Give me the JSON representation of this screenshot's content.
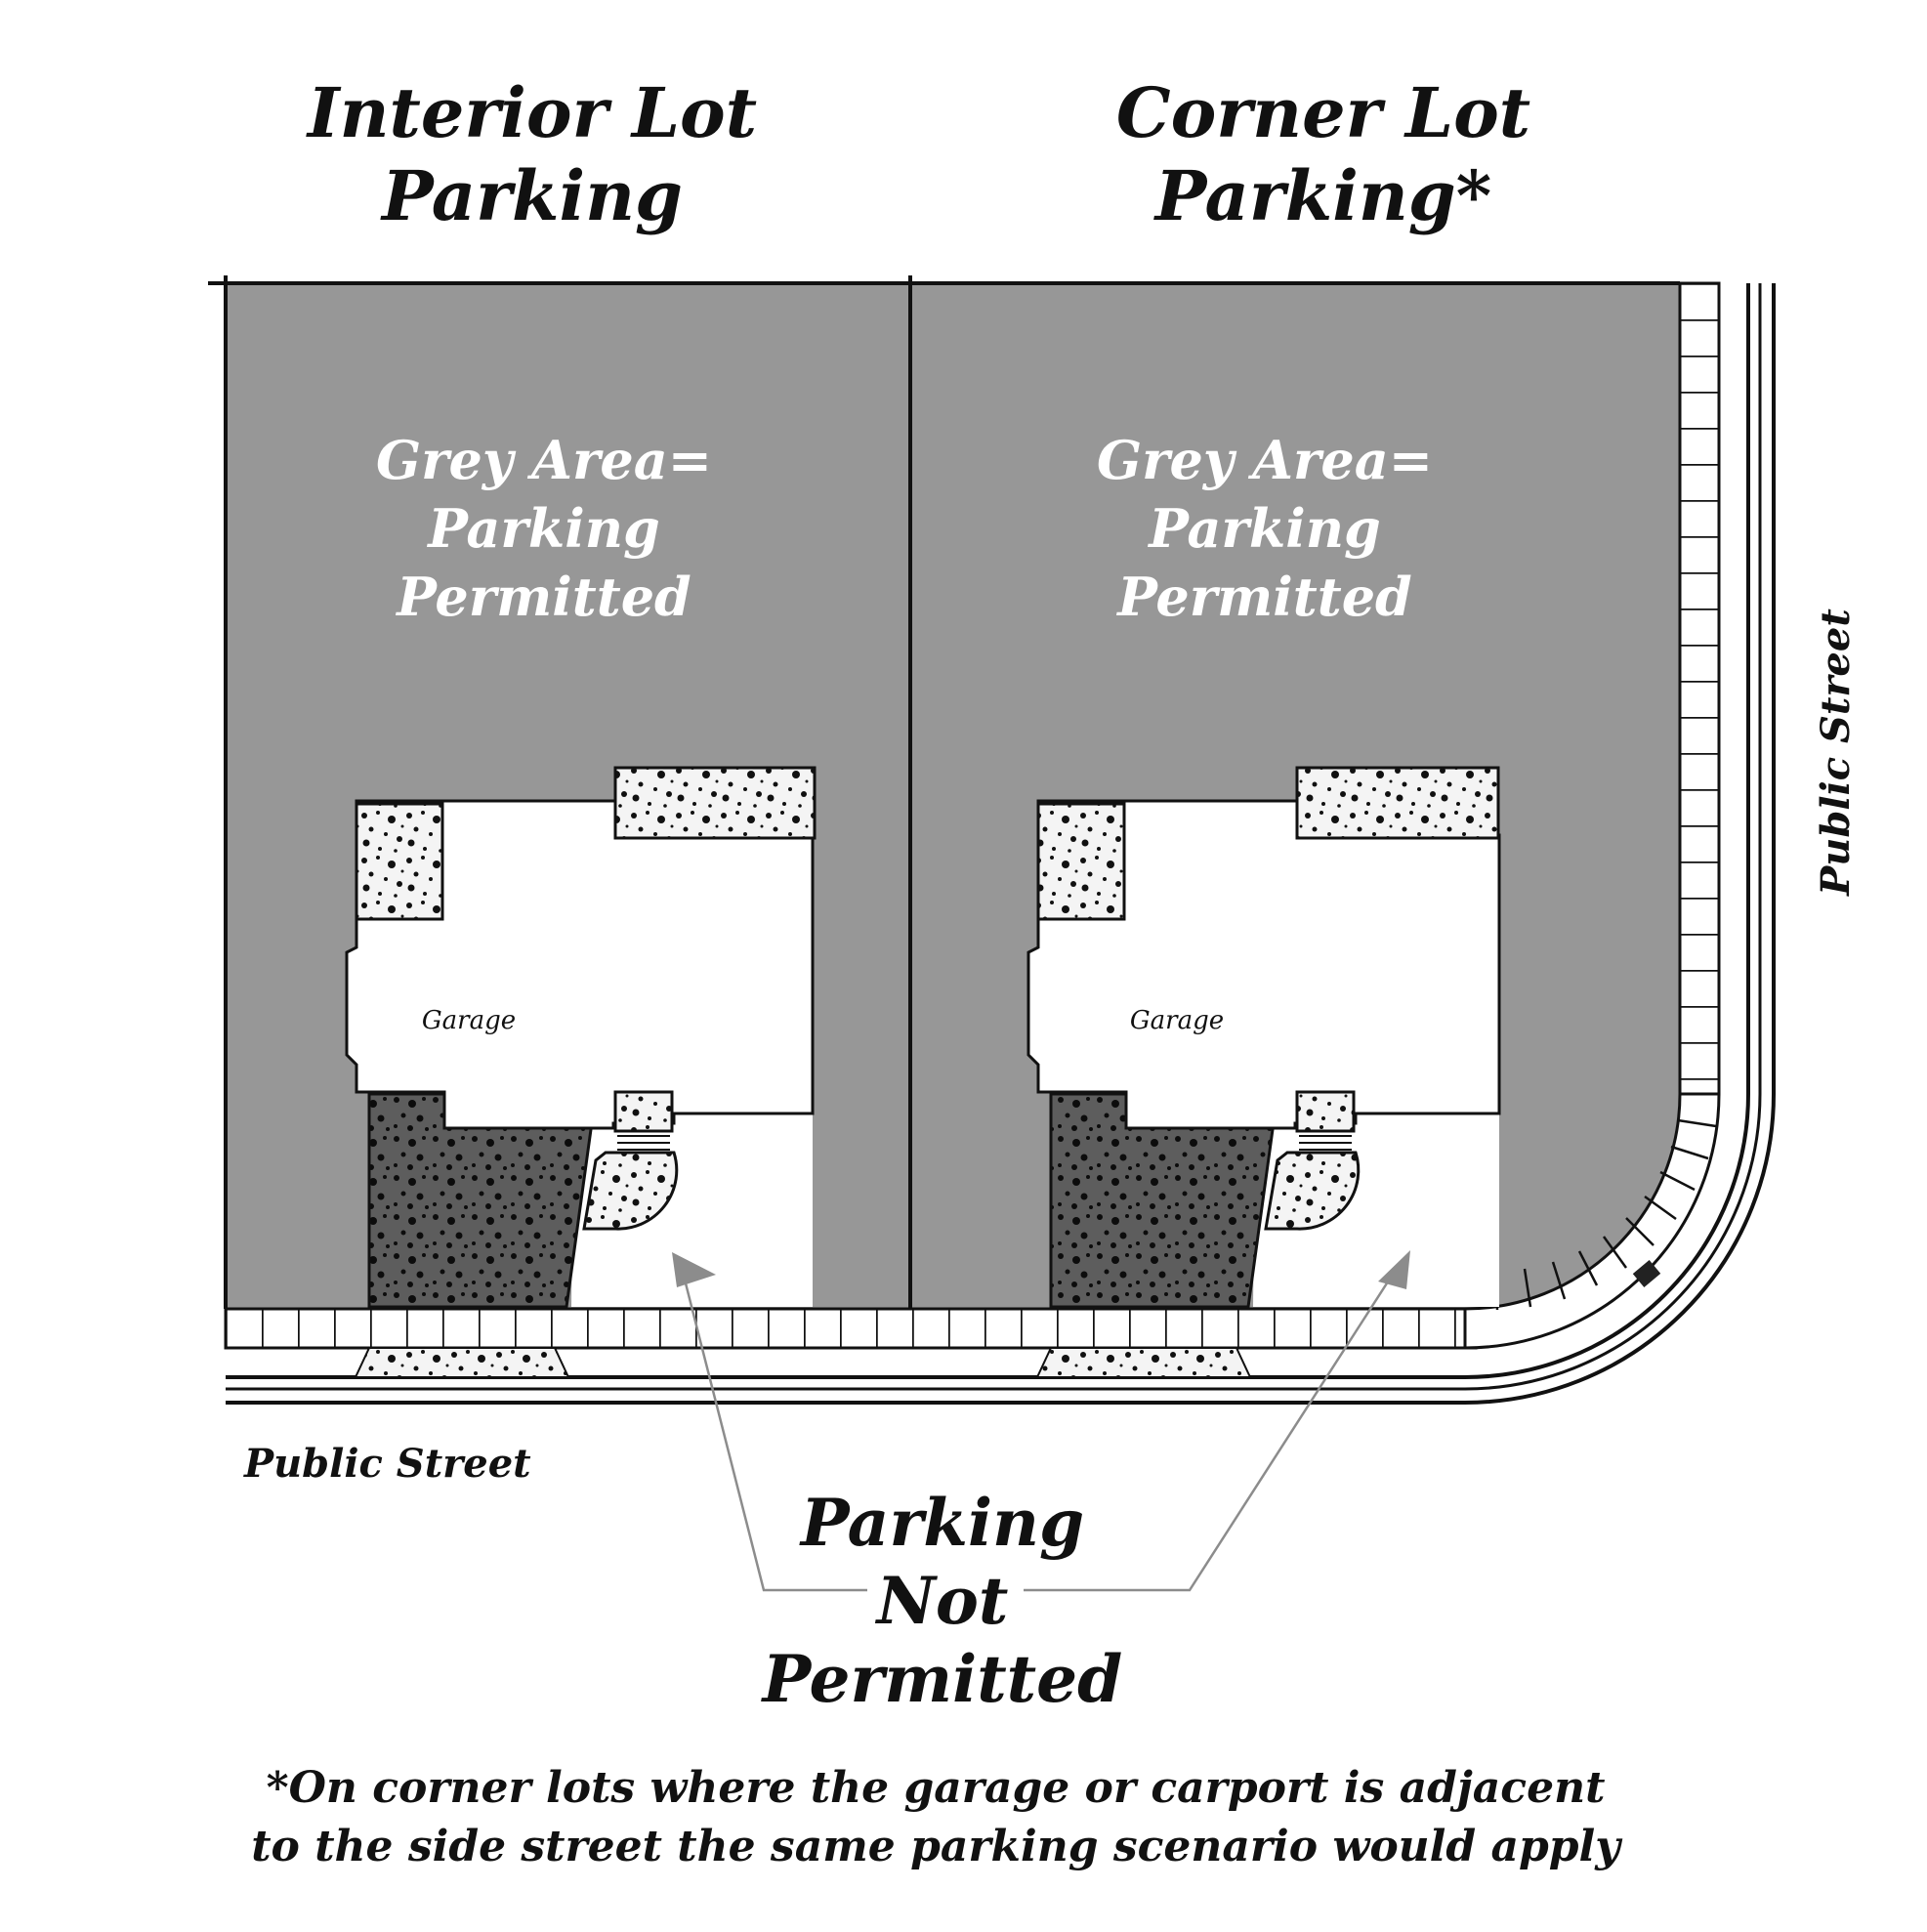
{
  "titles": {
    "interior": [
      "Interior Lot",
      "Parking"
    ],
    "corner": [
      "Corner Lot",
      "Parking*"
    ]
  },
  "grey_label": [
    "Grey Area=",
    "Parking",
    "Permitted"
  ],
  "garage_label": "Garage",
  "street_labels": {
    "bottom": "Public Street",
    "side": "Public Street"
  },
  "not_permitted": [
    "Parking",
    "Not",
    "Permitted"
  ],
  "footnote": [
    "*On corner lots where the garage or carport is adjacent",
    "to the side street the same parking scenario would apply"
  ],
  "colors": {
    "parking_grey": "#979797",
    "driveway_dark": "#5a5a5a",
    "line": "#111111",
    "arrow": "#8c8c8c"
  }
}
